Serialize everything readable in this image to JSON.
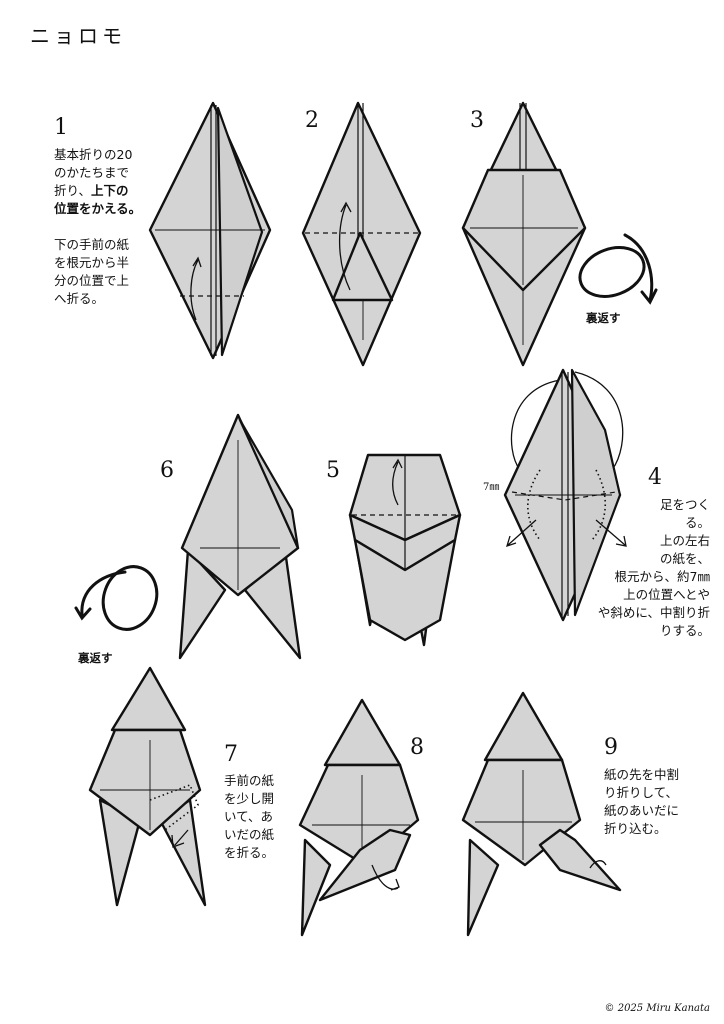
{
  "title": "ニョロモ",
  "steps": {
    "s1": {
      "num": "1",
      "text_a": "基本折りの20\nのかたちまで\n折り、",
      "text_bold": "上下の\n位置をかえる。",
      "text_b": "下の手前の紙\nを根元から半\n分の位置で上\nへ折る。"
    },
    "s2": {
      "num": "2"
    },
    "s3": {
      "num": "3",
      "turn_label": "裏返す"
    },
    "s4": {
      "num": "4",
      "text": "足をつく\nる。\n上の左右\nの紙を、\n根元から、約7㎜\n上の位置へとや\nや斜めに、中割り折\nりする。",
      "measure": "7㎜"
    },
    "s5": {
      "num": "5"
    },
    "s6": {
      "num": "6",
      "turn_label": "裏返す"
    },
    "s7": {
      "num": "7",
      "text": "手前の紙\nを少し開\nいて、あ\nいだの紙\nを折る。"
    },
    "s8": {
      "num": "8"
    },
    "s9": {
      "num": "9",
      "text": "紙の先を中割\nり折りして、\n紙のあいだに\n折り込む。"
    }
  },
  "copyright": "© 2025 Miru Kanata"
}
